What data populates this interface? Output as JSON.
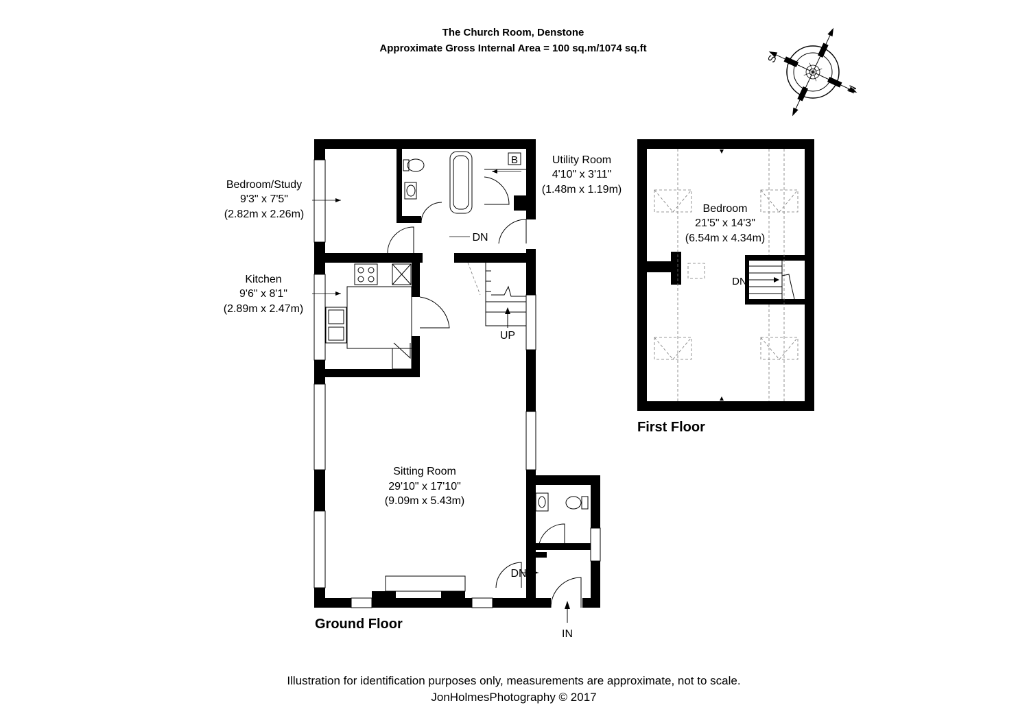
{
  "header": {
    "title": "The Church Room, Denstone",
    "area": "Approximate Gross Internal Area = 100 sq.m/1074 sq.ft"
  },
  "compass": {
    "labels": [
      "S",
      "N"
    ]
  },
  "ground_floor": {
    "label": "Ground Floor",
    "rooms": {
      "bedroom_study": {
        "name": "Bedroom/Study",
        "imperial": "9'3\" x 7'5\"",
        "metric": "(2.82m x 2.26m)"
      },
      "utility": {
        "name": "Utility Room",
        "imperial": "4'10\" x 3'11\"",
        "metric": "(1.48m x 1.19m)"
      },
      "kitchen": {
        "name": "Kitchen",
        "imperial": "9'6\" x 8'1\"",
        "metric": "(2.89m x 2.47m)"
      },
      "sitting": {
        "name": "Sitting Room",
        "imperial": "29'10\" x 17'10\"",
        "metric": "(9.09m x 5.43m)"
      }
    },
    "markers": {
      "boiler": "B",
      "dn_top": "DN",
      "up": "UP",
      "dn_entry": "DN",
      "entrance": "IN"
    }
  },
  "first_floor": {
    "label": "First Floor",
    "rooms": {
      "bedroom": {
        "name": "Bedroom",
        "imperial": "21'5\" x 14'3\"",
        "metric": "(6.54m x 4.34m)"
      }
    },
    "markers": {
      "dn": "DN"
    }
  },
  "footer": {
    "disclaimer": "Illustration for identification purposes only, measurements are approximate, not to scale.",
    "credit": "JonHolmesPhotography © 2017"
  }
}
